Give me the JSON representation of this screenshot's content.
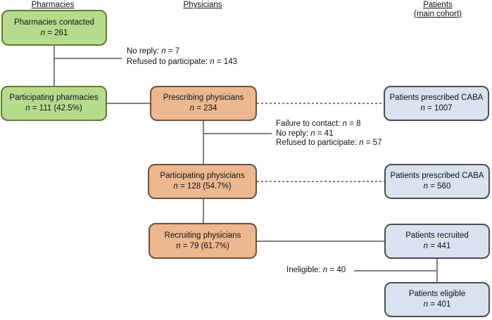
{
  "symbols": {
    "n": "n"
  },
  "colors": {
    "green_fill": "#b5dc8d",
    "green_border": "#5d7d33",
    "orange_fill": "#edb88f",
    "orange_border": "#6e5037",
    "blue_fill": "#d9e2f1",
    "blue_border": "#4d4d4d",
    "line": "#7f7f7f"
  },
  "headers": {
    "pharmacies": "Pharmacies",
    "physicians": "Physicians",
    "patients_line1": "Patients",
    "patients_line2": "(main cohort)"
  },
  "boxes": {
    "pharmacies_contacted": {
      "title": "Pharmacies contacted",
      "value": "= 261"
    },
    "pharmacies_participating": {
      "title": "Participating pharmacies",
      "value": "= 111 (42.5%)"
    },
    "physicians_prescribing": {
      "title": "Prescribing physicians",
      "value": "= 234"
    },
    "patients_prescribed_main": {
      "title": "Patients prescribed CABA",
      "value": "= 1007"
    },
    "physicians_participating": {
      "title": "Participating physicians",
      "value": "= 128 (54.7%)"
    },
    "patients_prescribed_sub": {
      "title": "Patients prescribed CABA",
      "value": "= 560"
    },
    "physicians_recruiting": {
      "title": "Recruiting physicians",
      "value": "= 79 (61.7%)"
    },
    "patients_recruited": {
      "title": "Patients recruited",
      "value": "= 441"
    },
    "patients_eligible": {
      "title": "Patients eligible",
      "value": "= 401"
    }
  },
  "annotations": {
    "pharmacy_exclusions": [
      {
        "prefix": "No reply:",
        "value": "= 7"
      },
      {
        "prefix": "Refused to participate:",
        "value": "= 143"
      }
    ],
    "physician_exclusions": [
      {
        "prefix": "Failure to contact:",
        "value": "= 8"
      },
      {
        "prefix": "No reply:",
        "value": "= 41"
      },
      {
        "prefix": "Refused to participate:",
        "value": "= 57"
      }
    ],
    "patient_exclusions": [
      {
        "prefix": "Ineligible:",
        "value": "= 40"
      }
    ]
  }
}
